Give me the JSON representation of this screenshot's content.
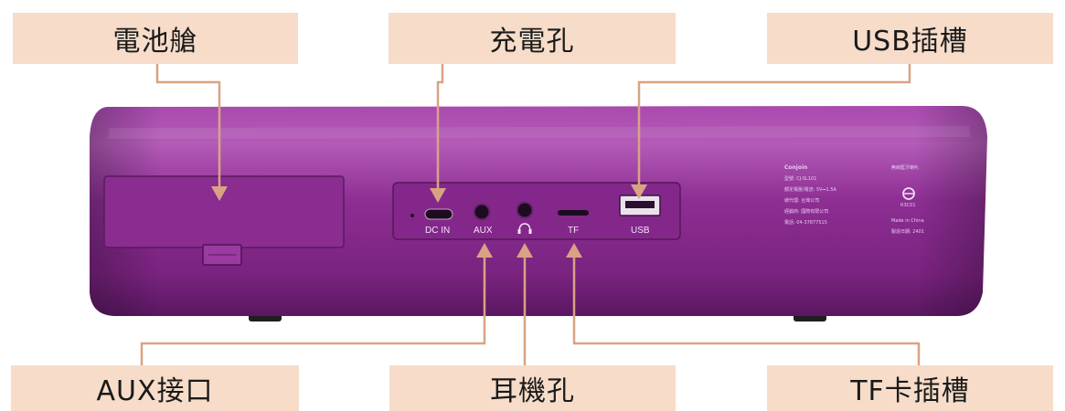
{
  "labels": {
    "battery": "電池艙",
    "charging": "充電孔",
    "usb_slot": "USB插槽",
    "aux": "AUX接口",
    "headphone": "耳機孔",
    "tf_slot": "TF卡插槽"
  },
  "ports": {
    "dc_in": "DC IN",
    "aux": "AUX",
    "tf": "TF",
    "usb": "USB"
  },
  "device_info": {
    "brand": "Conjoin",
    "line1": "型號: CJ-SL101",
    "line2": "額定電壓/電流: 5V⎓1.5A",
    "line3": "總代理: 台灣公司",
    "line4": "經銷商: 國際有限公司",
    "line5": "電話: 04-37877515",
    "right_title": "無線藍牙喇叭",
    "cert": "R3C01",
    "made_in": "Made in China",
    "date": "製造日期: 2401"
  },
  "colors": {
    "body": "#8e2d92",
    "body_light": "#b156b3",
    "body_dark": "#5e1a64",
    "label_bg": "#f6dcc9",
    "arrow": "#d9a383"
  }
}
